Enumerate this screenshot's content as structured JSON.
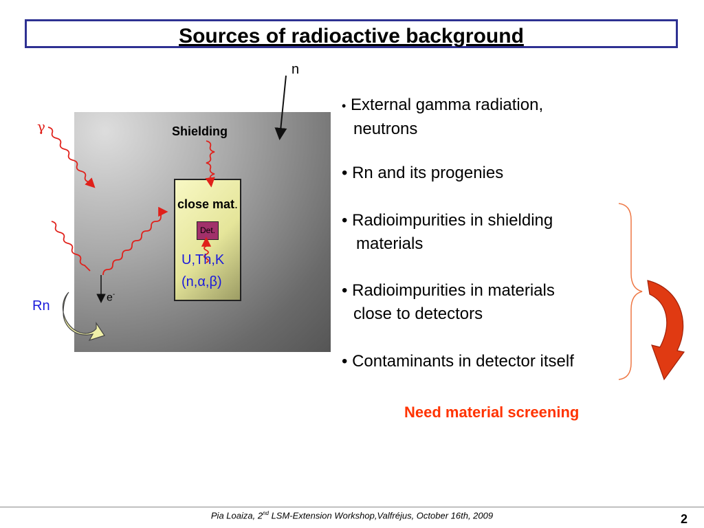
{
  "title": "Sources of radioactive background",
  "diagram": {
    "neutron_label": "n",
    "gamma_label": "γ",
    "shielding_label": "Shielding",
    "close_mat_label": "close mat",
    "close_mat_dot": ".",
    "det_label": "Det.",
    "uthk_label": "U,Th,K",
    "nab_label": "(n,α,β)",
    "electron_label": "e",
    "electron_sup": "-",
    "rn_label": "Rn"
  },
  "bullets": [
    {
      "line1": "External gamma radiation,",
      "line2": "neutrons"
    },
    {
      "line1": "Rn and its progenies"
    },
    {
      "line1": "Radioimpurities in shielding",
      "line2": "materials"
    },
    {
      "line1": "Radioimpurities in materials",
      "line2": "close to detectors"
    },
    {
      "line1": "Contaminants in detector itself"
    }
  ],
  "conclusion": "Need material screening",
  "footer": {
    "text_before": "Pia Loaiza, 2",
    "sup": "nd",
    "text_after": " LSM-Extension Workshop,Valfréjus, October 16th, 2009",
    "page_number": "2"
  },
  "colors": {
    "title_border": "#2e3192",
    "accent_red": "#ff3300",
    "wave_red": "#e0201a",
    "blue_text": "#1a1adb",
    "bracket": "#ee7744"
  }
}
